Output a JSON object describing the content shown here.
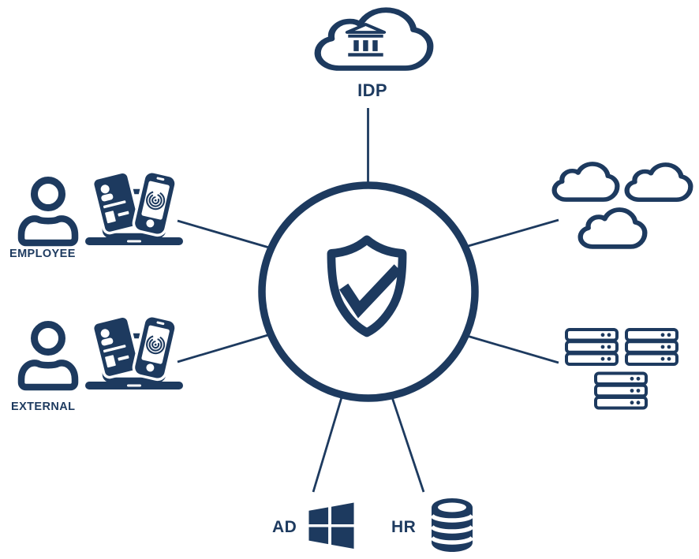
{
  "colors": {
    "accent": "#1d3a5f",
    "background": "#ffffff"
  },
  "center_node": {
    "name": "security-hub",
    "icon": "shield-check-icon"
  },
  "nodes": {
    "idp": {
      "label": "IDP",
      "icon": "cloud-institution-icon"
    },
    "employee": {
      "label": "EMPLOYEE",
      "icons": [
        "person-icon",
        "id-card-icon",
        "fingerprint-phone-icon",
        "laptop-icon"
      ]
    },
    "external": {
      "label": "EXTERNAL",
      "icons": [
        "person-icon",
        "id-card-icon",
        "fingerprint-phone-icon",
        "laptop-icon"
      ]
    },
    "cloud_apps": {
      "label": "",
      "icon": "clouds-icon"
    },
    "servers": {
      "label": "",
      "icon": "server-racks-icon"
    },
    "active_directory": {
      "label": "AD",
      "icon": "windows-logo-icon"
    },
    "hr": {
      "label": "HR",
      "icon": "database-icon"
    }
  },
  "connections": [
    {
      "from": "security-hub",
      "to": "idp"
    },
    {
      "from": "security-hub",
      "to": "employee"
    },
    {
      "from": "security-hub",
      "to": "external"
    },
    {
      "from": "security-hub",
      "to": "cloud_apps"
    },
    {
      "from": "security-hub",
      "to": "servers"
    },
    {
      "from": "security-hub",
      "to": "active_directory"
    },
    {
      "from": "security-hub",
      "to": "hr"
    }
  ]
}
